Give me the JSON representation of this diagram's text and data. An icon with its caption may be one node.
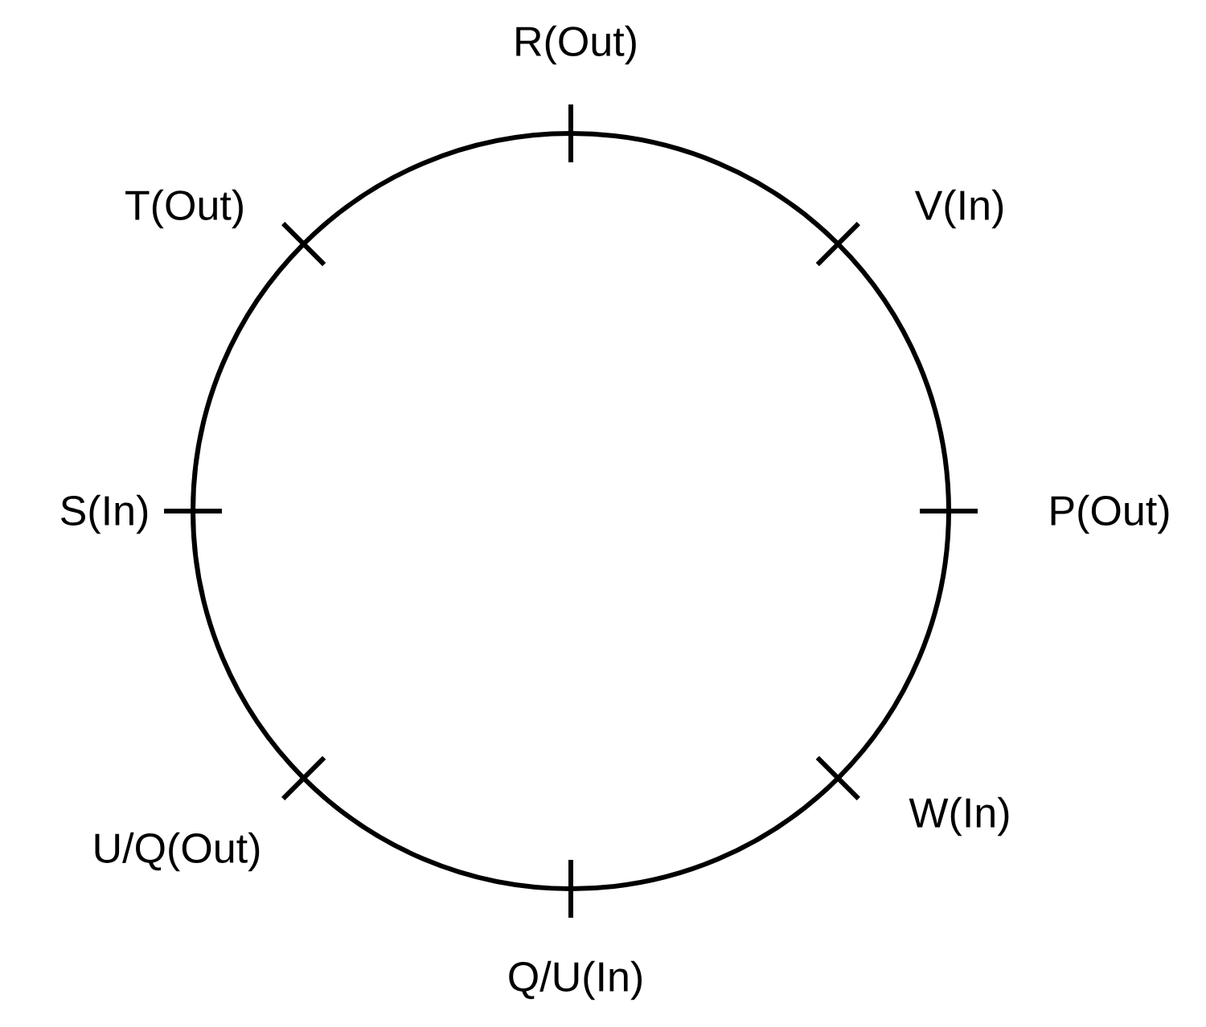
{
  "diagram": {
    "labels": [
      "R(Out)",
      "T(Out)",
      "V(In)",
      "S(In)",
      "P(Out)",
      "U/Q(Out)",
      "W(In)",
      "Q/U(In)"
    ]
  }
}
